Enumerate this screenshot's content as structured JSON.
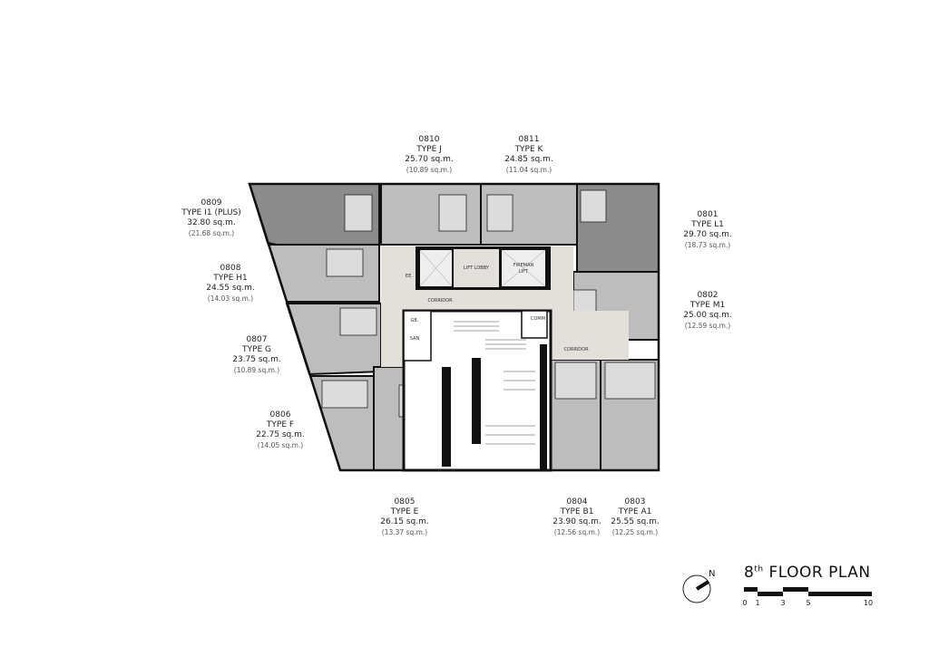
{
  "plan_title": {
    "prefix": "8",
    "superscript": "th",
    "text": "FLOOR PLAN"
  },
  "north_label": "N",
  "scale_bar": {
    "ticks": [
      "0",
      "1",
      "3",
      "5",
      "10"
    ]
  },
  "rooms": {
    "lift_lobby": "LIFT LOBBY",
    "fireman_lift_1": "FIREMAN",
    "fireman_lift_2": "LIFT",
    "corridor_main": "CORRIDOR",
    "corridor_east": "CORRIDOR",
    "ee": "EE.",
    "gb": "GB.",
    "san": "SAN",
    "comm": "COMM"
  },
  "units": [
    {
      "id": "0810",
      "type": "TYPE J",
      "area": "25.70 sq.m.",
      "sub_area": "(10.89 sq.m.)"
    },
    {
      "id": "0811",
      "type": "TYPE K",
      "area": "24.85 sq.m.",
      "sub_area": "(11.04 sq.m.)"
    },
    {
      "id": "0809",
      "type": "TYPE I1 (PLUS)",
      "area": "32.80 sq.m.",
      "sub_area": "(21.68 sq.m.)"
    },
    {
      "id": "0801",
      "type": "TYPE L1",
      "area": "29.70 sq.m.",
      "sub_area": "(18.73 sq.m.)"
    },
    {
      "id": "0808",
      "type": "TYPE H1",
      "area": "24.55 sq.m.",
      "sub_area": "(14.03 sq.m.)"
    },
    {
      "id": "0802",
      "type": "TYPE M1",
      "area": "25.00 sq.m.",
      "sub_area": "(12.59 sq.m.)"
    },
    {
      "id": "0807",
      "type": "TYPE G",
      "area": "23.75 sq.m.",
      "sub_area": "(10.89 sq.m.)"
    },
    {
      "id": "0806",
      "type": "TYPE F",
      "area": "22.75 sq.m.",
      "sub_area": "(14.05 sq.m.)"
    },
    {
      "id": "0805",
      "type": "TYPE E",
      "area": "26.15 sq.m.",
      "sub_area": "(13.37 sq.m.)"
    },
    {
      "id": "0804",
      "type": "TYPE B1",
      "area": "23.90 sq.m.",
      "sub_area": "(12.56 sq.m.)"
    },
    {
      "id": "0803",
      "type": "TYPE A1",
      "area": "25.55 sq.m.",
      "sub_area": "(12.25 sq.m.)"
    }
  ],
  "colors": {
    "unit_light": "#bdbdbd",
    "unit_dark": "#8c8c8c",
    "corridor": "#e3e0db",
    "wall": "#111111"
  }
}
